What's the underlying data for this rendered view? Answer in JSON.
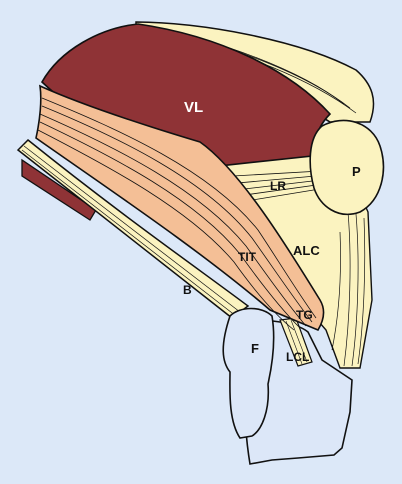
{
  "colors": {
    "background": "#dce8f8",
    "vastus_lateralis": "#8f3336",
    "iliotibial_tract": "#f4bf96",
    "tendon_ligament": "#fbf3c0",
    "bone": "#dce7f8",
    "outline": "#111111"
  },
  "labels": {
    "vl": "VL",
    "p": "P",
    "lr": "LR",
    "alc": "ALC",
    "tit": "TIT",
    "tg": "TG",
    "b": "B",
    "f": "F",
    "lcl": "LCL"
  }
}
